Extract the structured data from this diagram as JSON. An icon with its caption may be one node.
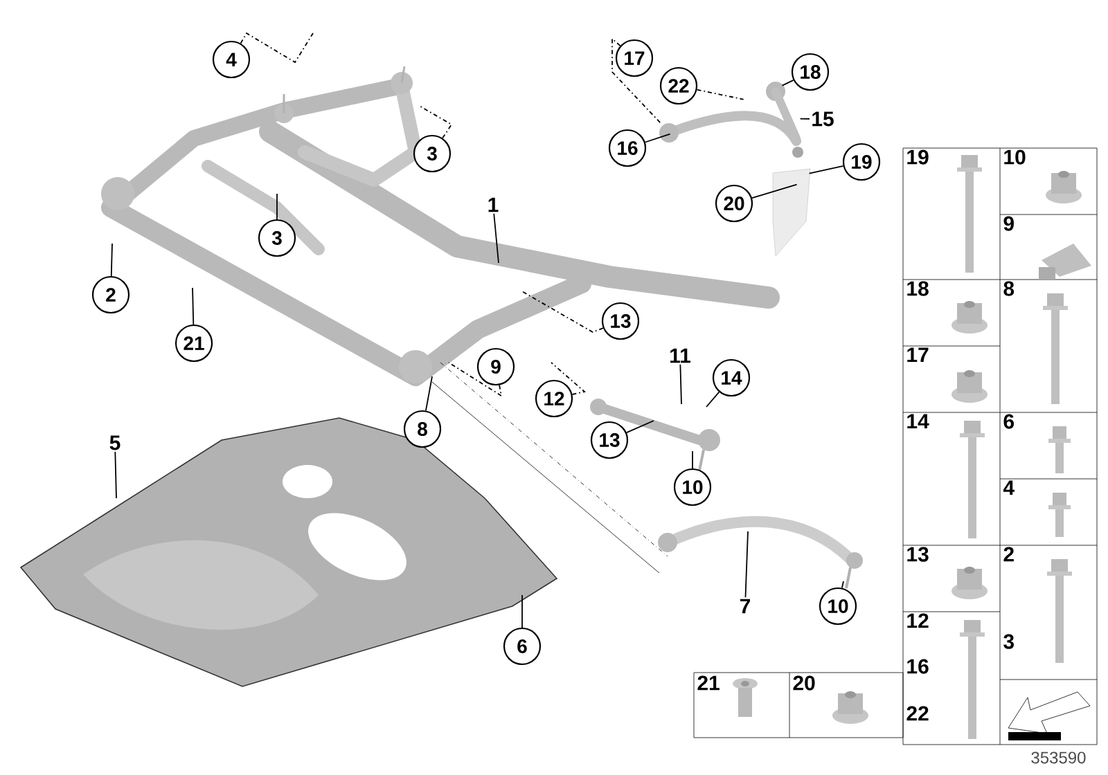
{
  "diagram": {
    "nodes": [
      {
        "text": [
          "4"
        ]
      },
      {
        "text": [
          "17"
        ]
      },
      {
        "text": [
          "18"
        ]
      },
      {
        "text": [
          "22"
        ]
      },
      {
        "text": [
          "15"
        ]
      },
      {
        "text": [
          "3"
        ]
      },
      {
        "text": [
          "16"
        ]
      },
      {
        "text": [
          "19"
        ]
      },
      {
        "text": [
          "20"
        ]
      },
      {
        "text": [
          "1"
        ]
      },
      {
        "text": [
          "3"
        ]
      },
      {
        "text": [
          "2"
        ]
      },
      {
        "text": [
          "13"
        ]
      },
      {
        "text": [
          "21"
        ]
      },
      {
        "text": [
          "9"
        ]
      },
      {
        "text": [
          "11"
        ]
      },
      {
        "text": [
          "14"
        ]
      },
      {
        "text": [
          "12"
        ]
      },
      {
        "text": [
          "8"
        ]
      },
      {
        "text": [
          "5"
        ]
      },
      {
        "text": [
          "13"
        ]
      },
      {
        "text": [
          "10"
        ]
      },
      {
        "text": [
          "7"
        ]
      },
      {
        "text": [
          "6"
        ]
      },
      {
        "text": [
          "10"
        ]
      },
      {
        "text": [],
        "shape": "picture"
      },
      {
        "text": [],
        "shape": "picture"
      }
    ],
    "edges": [
      {
        "from": 0,
        "to": null,
        "arrow": "none",
        "style": "dashed"
      },
      {
        "from": 1,
        "to": 25,
        "arrow": "none",
        "style": "dashed"
      },
      {
        "from": 2,
        "to": 25,
        "arrow": "none"
      },
      {
        "from": 3,
        "to": 25,
        "arrow": "none",
        "style": "dashed"
      },
      {
        "from": 4,
        "to": 25,
        "arrow": "none"
      },
      {
        "from": 5,
        "to": null,
        "arrow": "none",
        "style": "dashed"
      },
      {
        "from": 6,
        "to": 25,
        "arrow": "none"
      },
      {
        "from": 7,
        "to": 26,
        "arrow": "none"
      },
      {
        "from": 8,
        "to": 26,
        "arrow": "none"
      },
      {
        "from": 9,
        "to": null,
        "arrow": "none"
      },
      {
        "from": 10,
        "to": null,
        "arrow": "none"
      },
      {
        "from": 11,
        "to": null,
        "arrow": "none"
      },
      {
        "from": 12,
        "to": null,
        "arrow": "none",
        "style": "dashed"
      },
      {
        "from": 13,
        "to": null,
        "arrow": "none"
      },
      {
        "from": 14,
        "to": null,
        "arrow": "none",
        "style": "dashed"
      },
      {
        "from": 15,
        "to": null,
        "arrow": "none"
      },
      {
        "from": 16,
        "to": null,
        "arrow": "none"
      },
      {
        "from": 17,
        "to": null,
        "arrow": "none",
        "style": "dashed"
      },
      {
        "from": 18,
        "to": null,
        "arrow": "none"
      },
      {
        "from": 19,
        "to": null,
        "arrow": "none"
      },
      {
        "from": 20,
        "to": null,
        "arrow": "none"
      },
      {
        "from": 21,
        "to": null,
        "arrow": "none"
      },
      {
        "from": 22,
        "to": null,
        "arrow": "none"
      },
      {
        "from": 23,
        "to": null,
        "arrow": "none"
      },
      {
        "from": 24,
        "to": null,
        "arrow": "none"
      }
    ],
    "labels": [
      "19",
      "10",
      "9",
      "18",
      "8",
      "17",
      "14",
      "6",
      "4",
      "13",
      "2",
      "3",
      "12",
      "16",
      "22",
      "21",
      "20",
      "353590"
    ]
  }
}
